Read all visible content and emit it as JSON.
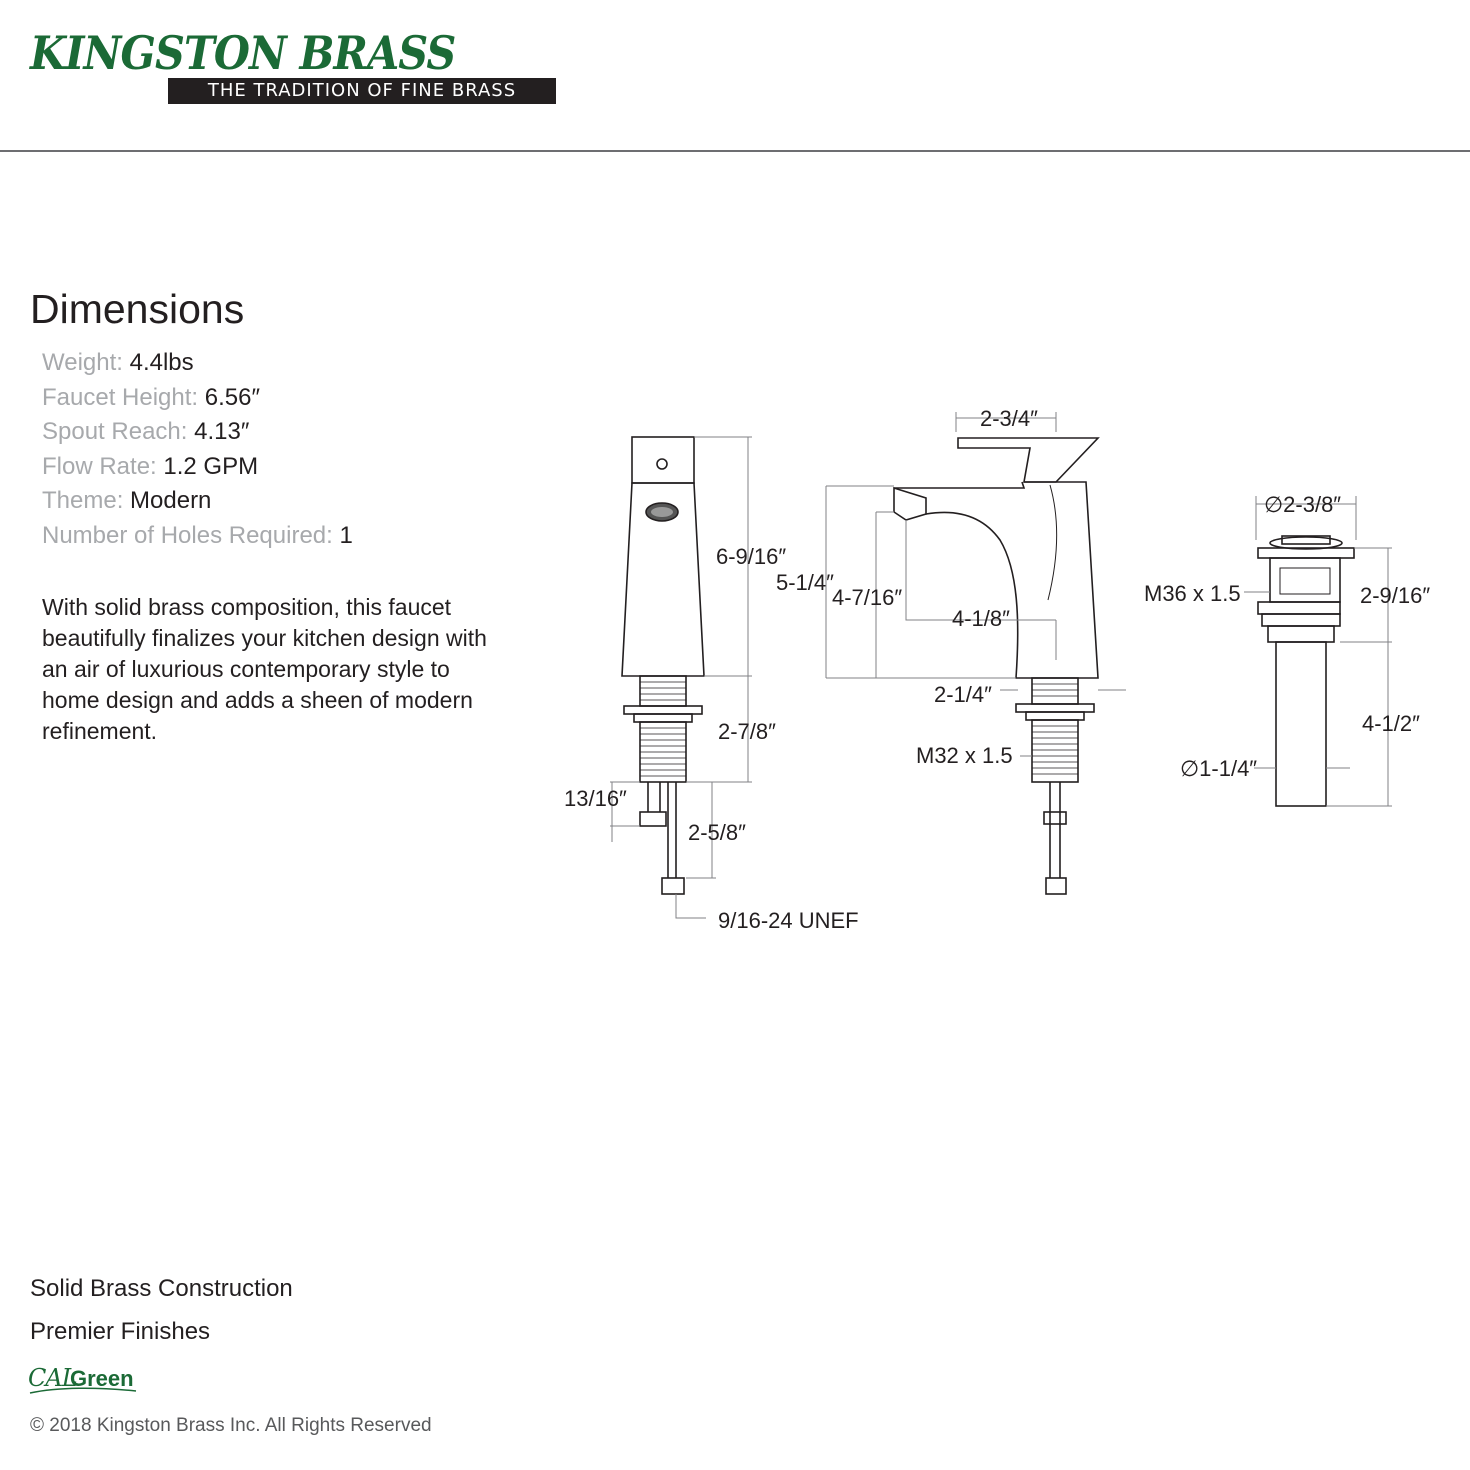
{
  "logo": {
    "brand": "KINGSTON BRASS",
    "tagline": "THE TRADITION OF FINE BRASS"
  },
  "heading": "Dimensions",
  "specs": [
    {
      "label": "Weight: ",
      "value": "4.4lbs"
    },
    {
      "label": "Faucet Height: ",
      "value": "6.56″"
    },
    {
      "label": "Spout Reach: ",
      "value": "4.13″"
    },
    {
      "label": "Flow Rate: ",
      "value": "1.2 GPM"
    },
    {
      "label": "Theme: ",
      "value": "Modern"
    },
    {
      "label": "Number of Holes Required: ",
      "value": "1"
    }
  ],
  "description": "With solid brass composition, this faucet beautifully finalizes your kitchen design with an air of luxurious contemporary style to home design and adds a sheen of modern refinement.",
  "dimensions": {
    "side": {
      "height": "6-9/16″",
      "shank": "2-7/8″",
      "nut": "13/16″",
      "supply": "2-5/8″",
      "thread": "9/16-24 UNEF"
    },
    "front": {
      "handle": "2-3/4″",
      "spout_height": "5-1/4″",
      "outlet_height": "4-7/16″",
      "reach": "4-1/8″",
      "base": "2-1/4″",
      "thread": "M32 x 1.5"
    },
    "drain": {
      "cap": "∅2-3/8″",
      "thread": "M36 x 1.5",
      "body": "2-9/16″",
      "tail": "4-1/2″",
      "tail_dia": "∅1-1/4″"
    }
  },
  "features": [
    "Solid Brass Construction",
    "Premier Finishes"
  ],
  "calgreen": {
    "cal": "CAL",
    "green": "Green"
  },
  "copyright": "© 2018 Kingston Brass Inc. All Rights Reserved",
  "colors": {
    "brand_green": "#1b6a36",
    "label_gray": "#a7a9ac",
    "text": "#231f20"
  }
}
